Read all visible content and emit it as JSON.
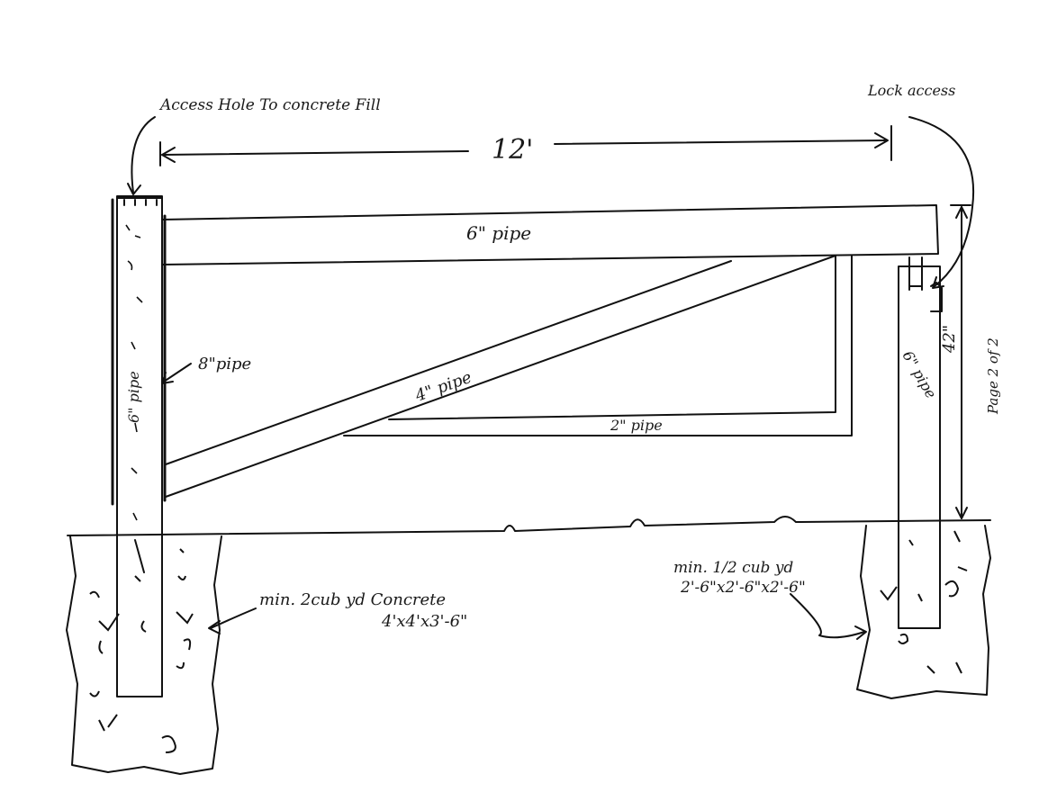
{
  "labels": {
    "access_hole": "Access Hole To concrete Fill",
    "lock_access": "Lock access",
    "span": "12'",
    "top_rail": "6\" pipe",
    "left_post": "8\"pipe",
    "left_post_inner": "6\" pipe",
    "diagonal": "4\" pipe",
    "bottom_rail": "2\" pipe",
    "right_post": "6\" pipe",
    "height": "42\"",
    "page": "Page 2 of 2",
    "left_footing_line1": "min. 2cub yd Concrete",
    "left_footing_line2": "4'x4'x3'-6\"",
    "right_footing_line1": "min. 1/2 cub yd",
    "right_footing_line2": "2'-6\"x2'-6\"x2'-6\""
  }
}
